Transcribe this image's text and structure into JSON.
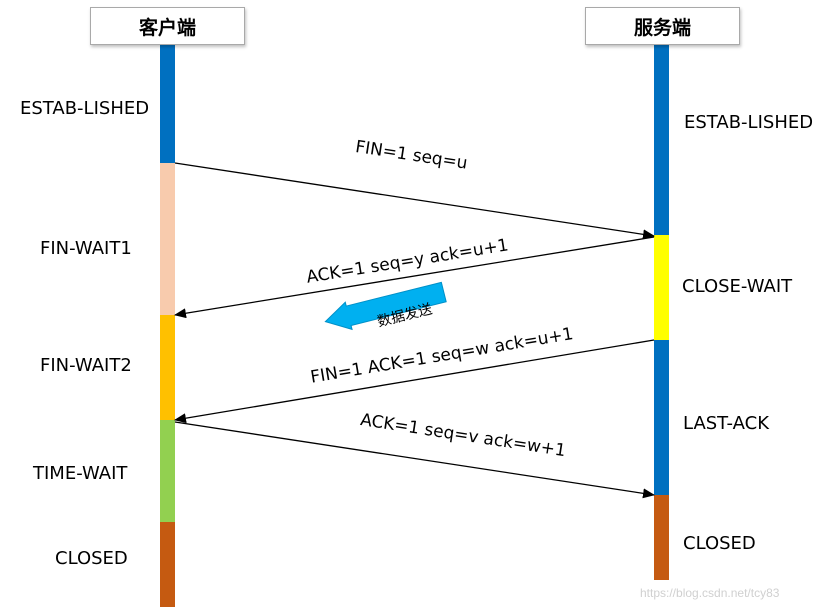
{
  "client": {
    "title": "客户端",
    "states": [
      {
        "label": "ESTAB-LISHED",
        "color": "#0070C0"
      },
      {
        "label": "FIN-WAIT1",
        "color": "#F8CBAD"
      },
      {
        "label": "FIN-WAIT2",
        "color": "#FFC000"
      },
      {
        "label": "TIME-WAIT",
        "color": "#92D050"
      },
      {
        "label": "CLOSED",
        "color": "#C55A11"
      }
    ]
  },
  "server": {
    "title": "服务端",
    "states": [
      {
        "label": "ESTAB-LISHED",
        "color": "#0070C0"
      },
      {
        "label": "CLOSE-WAIT",
        "color": "#FFFF00"
      },
      {
        "label": "LAST-ACK",
        "color": "#0070C0"
      },
      {
        "label": "CLOSED",
        "color": "#C55A11"
      }
    ]
  },
  "messages": [
    {
      "label": "FIN=1 seq=u",
      "direction": "client-to-server"
    },
    {
      "label": "ACK=1 seq=y ack=u+1",
      "direction": "server-to-client"
    },
    {
      "label": "FIN=1 ACK=1 seq=w ack=u+1",
      "direction": "server-to-client"
    },
    {
      "label": "ACK=1 seq=v ack=w+1",
      "direction": "client-to-server"
    }
  ],
  "callout": {
    "label": "数据发送",
    "color": "#00B0F0"
  },
  "watermark": "https://blog.csdn.net/tcy83"
}
